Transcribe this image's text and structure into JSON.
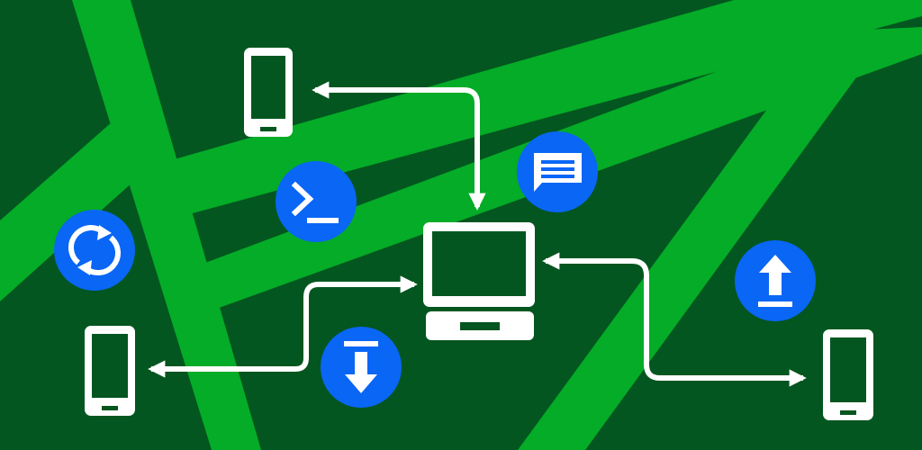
{
  "colors": {
    "background": "#03561F",
    "stripe": "#04AC27",
    "device": "#FFFFFF",
    "badge": "#0A66F5",
    "badge_glyph": "#FFFFFF",
    "arrow": "#FFFFFF"
  },
  "devices": [
    {
      "name": "phone-top",
      "icon": "smartphone-icon"
    },
    {
      "name": "phone-bottom-left",
      "icon": "smartphone-icon"
    },
    {
      "name": "phone-bottom-right",
      "icon": "smartphone-icon"
    },
    {
      "name": "laptop",
      "icon": "laptop-icon"
    }
  ],
  "badges": [
    {
      "name": "terminal-badge",
      "icon": "terminal-icon"
    },
    {
      "name": "message-badge",
      "icon": "message-icon"
    },
    {
      "name": "sync-badge",
      "icon": "sync-icon"
    },
    {
      "name": "upload-badge",
      "icon": "upload-icon"
    },
    {
      "name": "download-badge",
      "icon": "download-icon"
    }
  ],
  "connections": [
    {
      "name": "laptop-to-phone-top-arrow"
    },
    {
      "name": "laptop-to-phone-bottom-left-arrow"
    },
    {
      "name": "laptop-to-phone-bottom-right-arrow"
    }
  ]
}
